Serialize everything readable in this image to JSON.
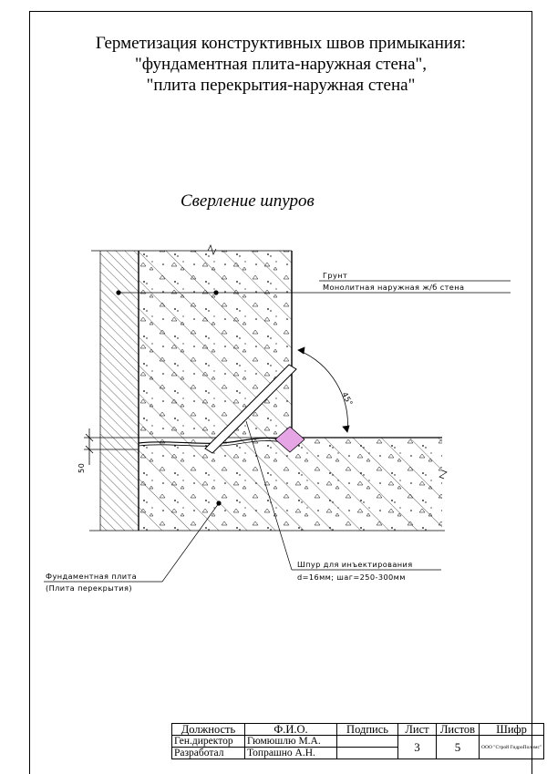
{
  "title": {
    "line1": "Герметизация конструктивных швов примыкания:",
    "line2": "\"фундаментная плита-наружная стена\",",
    "line3": "\"плита перекрытия-наружная стена\""
  },
  "subtitle": "Сверление шпуров",
  "labels": {
    "ground": "Грунт",
    "wall": "Монолитная наружная ж/б стена",
    "angle": "45°",
    "dim50": "50",
    "hole1": "Шпур для инъектирования",
    "hole2": "d=16мм; шаг=250-300мм",
    "slab1": "Фундаментная плита",
    "slab2": "(Плита перекрытия)"
  },
  "stamp": {
    "headers": [
      "Должность",
      "Ф.И.О.",
      "Подпись",
      "Лист",
      "Листов",
      "Шифр"
    ],
    "row1_role": "Ген.директор",
    "row1_name": "Гюмюшлю М.А.",
    "row2_role": "Разработал",
    "row2_name": "Топрашно А.Н.",
    "sheet": "3",
    "sheets": "5",
    "org": "ООО \"Строй ГидроПолимс\""
  },
  "colors": {
    "sealant": "#e6a6e6",
    "line": "#000000"
  }
}
